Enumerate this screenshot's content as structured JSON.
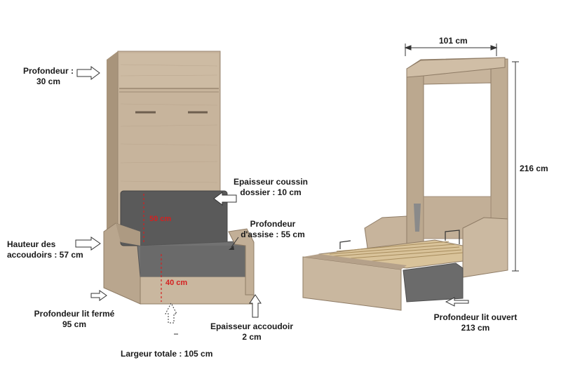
{
  "labels": {
    "depth_wall": {
      "line1": "Profondeur :",
      "line2": "30 cm"
    },
    "cushion_thickness": {
      "line1": "Epaisseur coussin",
      "line2": "dossier : 10 cm"
    },
    "seat_depth": {
      "line1": "Profondeur",
      "line2": "d'assise : 55 cm"
    },
    "armrest_height": {
      "line1": "Hauteur des",
      "line2": "accoudoirs : 57 cm"
    },
    "closed_depth": {
      "line1": "Profondeur lit fermé",
      "line2": "95 cm"
    },
    "armrest_thickness": {
      "line1": "Epaisseur accoudoir",
      "line2": "2 cm"
    },
    "total_width": "Largeur totale : 105 cm",
    "backrest_height": "50 cm",
    "seat_height": "40 cm",
    "open_width": "101 cm",
    "open_height": "216 cm",
    "open_depth": {
      "line1": "Profondeur lit ouvert",
      "line2": "213 cm"
    }
  },
  "colors": {
    "wood": "#c7b49c",
    "wood_dark": "#a8947b",
    "fabric": "#5a5a5a",
    "fabric_light": "#777777",
    "red": "#d42020"
  }
}
